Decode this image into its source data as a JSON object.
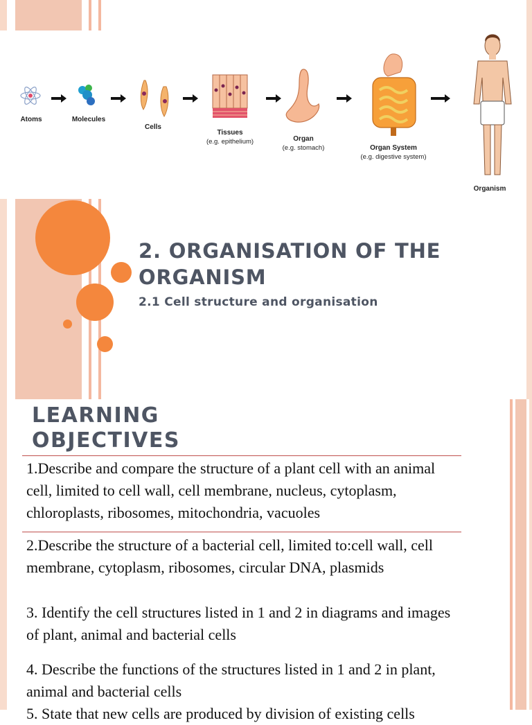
{
  "slide1": {
    "levels": [
      {
        "label": "Atoms",
        "sub": ""
      },
      {
        "label": "Molecules",
        "sub": ""
      },
      {
        "label": "Cells",
        "sub": ""
      },
      {
        "label": "Tissues",
        "sub": "(e.g. epithelium)"
      },
      {
        "label": "Organ",
        "sub": "(e.g. stomach)"
      },
      {
        "label": "Organ System",
        "sub": "(e.g. digestive system)"
      },
      {
        "label": "Organism",
        "sub": ""
      }
    ]
  },
  "slide2": {
    "title": "2. ORGANISATION OF THE ORGANISM",
    "subtitle": "2.1 Cell structure and organisation",
    "accent_color": "#f4873d"
  },
  "slide3": {
    "heading": "LEARNING OBJECTIVES",
    "objectives": [
      "1.Describe and compare the structure of a plant cell with an animal cell, limited to cell wall, cell membrane, nucleus, cytoplasm, chloroplasts, ribosomes, mitochondria, vacuoles",
      "2.Describe the structure of a bacterial cell, limited to:cell wall, cell membrane, cytoplasm, ribosomes, circular DNA, plasmids",
      "3. Identify the cell structures listed in 1 and 2 in diagrams and images of plant, animal and bacterial cells",
      "4. Describe the functions of the structures listed in 1 and 2 in plant, animal and bacterial cells",
      "5. State that new cells are produced by division of existing cells"
    ]
  }
}
